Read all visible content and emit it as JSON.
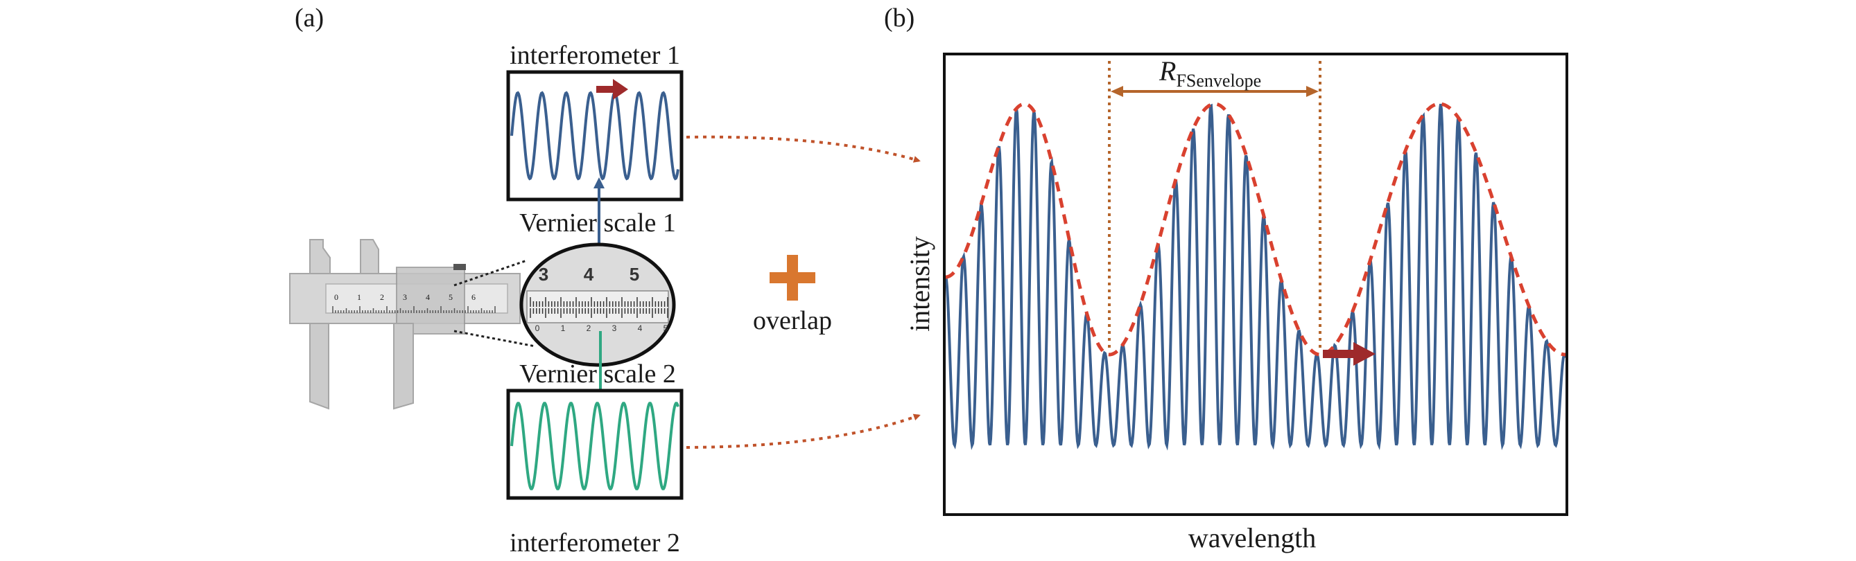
{
  "panel_a": {
    "label": "(a)",
    "interferometer1_label": "interferometer 1",
    "interferometer2_label": "interferometer 2",
    "vernier1_label": "Vernier scale 1",
    "vernier2_label": "Vernier scale 2",
    "caliper_main_ticks": [
      "0",
      "1",
      "2",
      "3",
      "4",
      "5",
      "6"
    ],
    "zoom_top_numbers": [
      "3",
      "4",
      "5"
    ],
    "zoom_bottom_numbers": [
      "0",
      "1",
      "2",
      "3",
      "4",
      "5"
    ],
    "overlap_label": "overlap",
    "colors": {
      "interferometer1_wave": "#3a5f8f",
      "interferometer2_wave": "#2fa882",
      "shift_arrow": "#9e2a2b",
      "plus": "#d9772f",
      "connector": "#c0522a"
    }
  },
  "panel_b": {
    "label": "(b)",
    "xlabel": "wavelength",
    "ylabel": "intensity",
    "annotation_main": "R",
    "annotation_sub": "FSenvelope",
    "colors": {
      "signal": "#3a5f8f",
      "envelope": "#d9412f",
      "marker": "#b5652b",
      "shift_arrow": "#9e2a2b"
    }
  }
}
